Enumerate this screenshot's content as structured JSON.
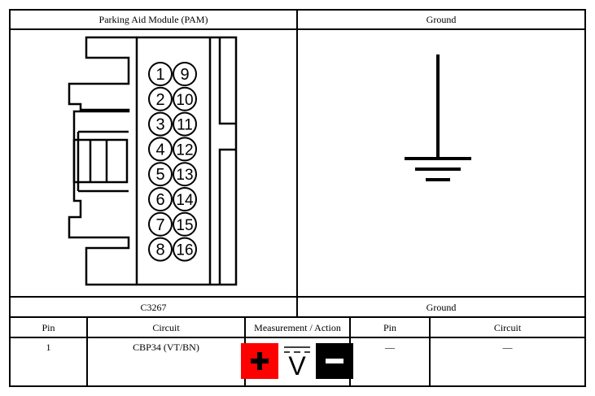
{
  "header": {
    "left_title": "Parking Aid Module (PAM)",
    "right_title": "Ground"
  },
  "connector": {
    "id": "C3267",
    "pins_left": [
      "1",
      "2",
      "3",
      "4",
      "5",
      "6",
      "7",
      "8"
    ],
    "pins_right": [
      "9",
      "10",
      "11",
      "12",
      "13",
      "14",
      "15",
      "16"
    ]
  },
  "ground_caption": "Ground",
  "table": {
    "columns": [
      "Pin",
      "Circuit",
      "Measurement / Action",
      "Pin",
      "Circuit"
    ],
    "rows": [
      {
        "pin": "1",
        "circuit": "CBP34 (VT/BN)",
        "measurement": "V",
        "pin2": "—",
        "circuit2": "—"
      }
    ]
  },
  "colors": {
    "probe_positive": "#ff0000",
    "probe_negative": "#000000"
  },
  "icons": {
    "positive": "plus-icon",
    "negative": "minus-icon",
    "ground": "ground-symbol-icon"
  }
}
